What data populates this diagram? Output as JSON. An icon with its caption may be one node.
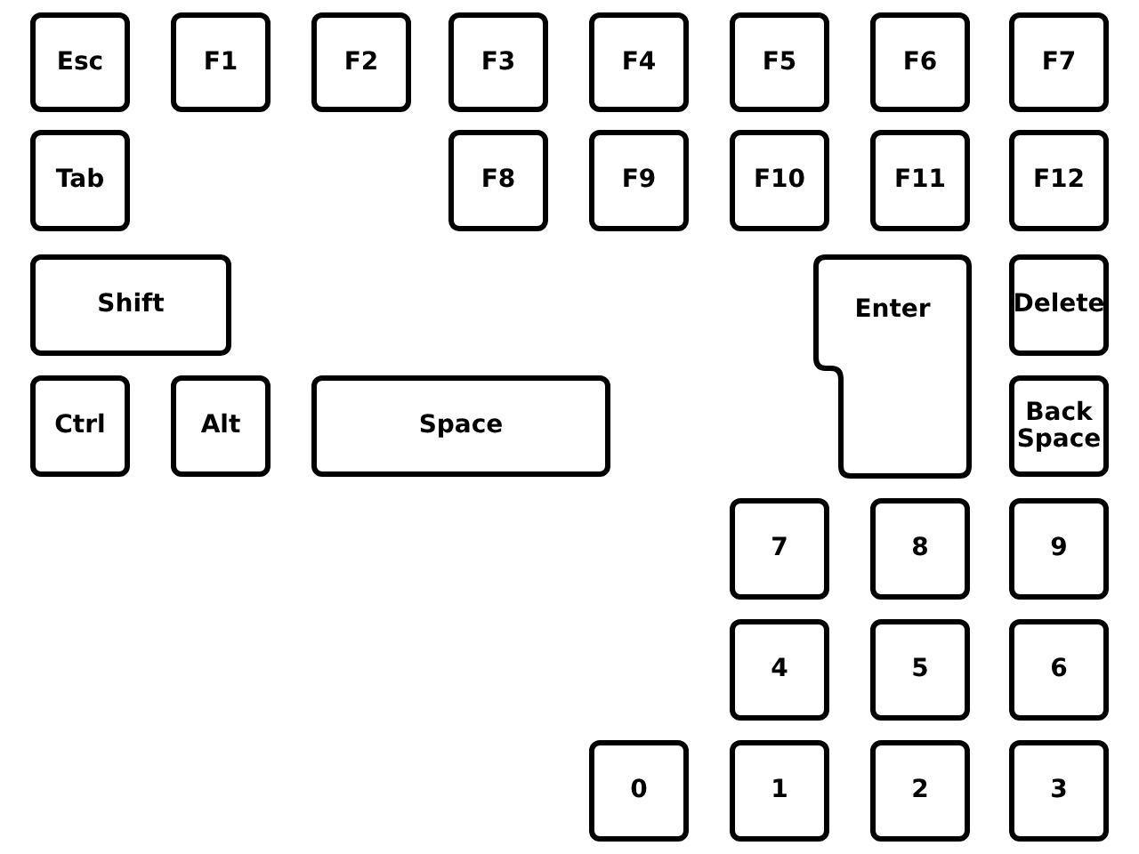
{
  "diagram": {
    "nodes": [
      {
        "text": [
          "Esc"
        ]
      },
      {
        "text": [
          "F1"
        ]
      },
      {
        "text": [
          "F2"
        ]
      },
      {
        "text": [
          "F3"
        ]
      },
      {
        "text": [
          "F4"
        ]
      },
      {
        "text": [
          "F5"
        ]
      },
      {
        "text": [
          "F6"
        ]
      },
      {
        "text": [
          "F7"
        ]
      },
      {
        "text": [
          "Tab"
        ]
      },
      {
        "text": [
          "F8"
        ]
      },
      {
        "text": [
          "F9"
        ]
      },
      {
        "text": [
          "F10"
        ]
      },
      {
        "text": [
          "F11"
        ]
      },
      {
        "text": [
          "F12"
        ]
      },
      {
        "text": [
          "Shift"
        ]
      },
      {
        "text": [
          "Enter"
        ]
      },
      {
        "text": [
          "Delete"
        ]
      },
      {
        "text": [
          "Ctrl"
        ]
      },
      {
        "text": [
          "Alt"
        ]
      },
      {
        "text": [
          "Space"
        ]
      },
      {
        "text": [
          "Back Space"
        ]
      },
      {
        "text": [
          "7"
        ]
      },
      {
        "text": [
          "8"
        ]
      },
      {
        "text": [
          "9"
        ]
      },
      {
        "text": [
          "4"
        ]
      },
      {
        "text": [
          "5"
        ]
      },
      {
        "text": [
          "6"
        ]
      },
      {
        "text": [
          "0"
        ]
      },
      {
        "text": [
          "1"
        ]
      },
      {
        "text": [
          "2"
        ]
      },
      {
        "text": [
          "3"
        ]
      }
    ]
  }
}
